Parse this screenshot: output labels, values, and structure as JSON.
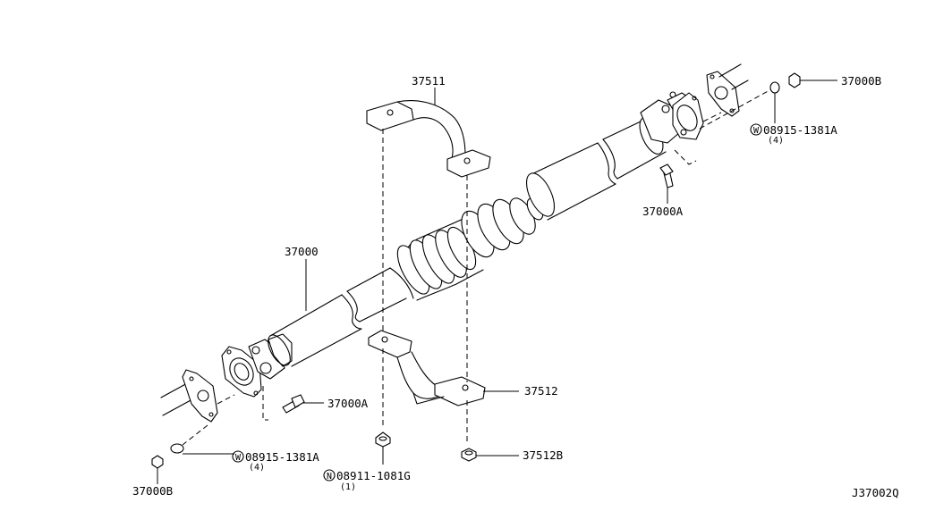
{
  "diagram_id": "J37002Q",
  "parts": {
    "p37511": "37511",
    "p37512": "37512",
    "p37512b": "37512B",
    "p37000": "37000",
    "p37000a_upper": "37000A",
    "p37000a_lower": "37000A",
    "p37000b_upper": "37000B",
    "p37000b_lower": "37000B",
    "washer_upper": {
      "prefix": "W",
      "number": "08915-1381A",
      "qty": "(4)"
    },
    "washer_lower": {
      "prefix": "W",
      "number": "08915-1381A",
      "qty": "(4)"
    },
    "nut_center": {
      "prefix": "N",
      "number": "08911-1081G",
      "qty": "(1)"
    }
  }
}
